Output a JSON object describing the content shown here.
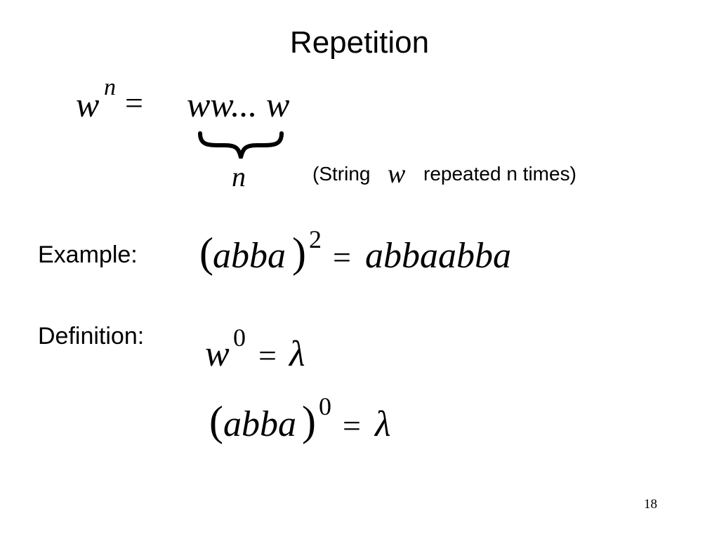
{
  "title": "Repetition",
  "formula_repetition": {
    "lhs_base": "w",
    "lhs_exponent": "n",
    "equals": "=",
    "rhs": "ww... w",
    "brace_label": "n"
  },
  "note": {
    "open": "(String",
    "symbol": "w",
    "close": "repeated n times)"
  },
  "example": {
    "label": "Example:",
    "left_paren": "(",
    "base": "abba",
    "right_paren": ")",
    "exponent": "2",
    "equals": "=",
    "result": "abbaabba"
  },
  "definition": {
    "label": "Definition:",
    "formula1": {
      "base": "w",
      "exponent": "0",
      "equals": "=",
      "result": "λ"
    },
    "formula2": {
      "left_paren": "(",
      "base": "abba",
      "right_paren": ")",
      "exponent": "0",
      "equals": "=",
      "result": "λ"
    }
  },
  "page_number": "18"
}
